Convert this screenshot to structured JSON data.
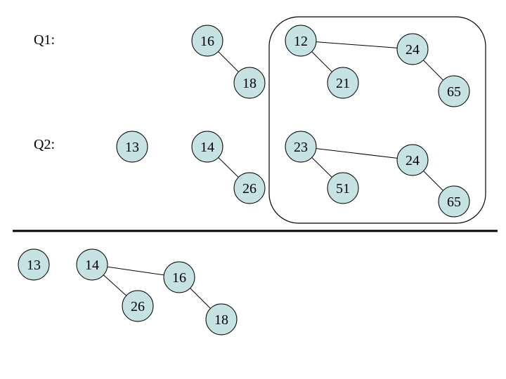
{
  "colors": {
    "node_fill": "#c6e2e2",
    "stroke": "#000000",
    "background": "#ffffff"
  },
  "labels": {
    "q1": "Q1:",
    "q2": "Q2:"
  },
  "nodes": [
    {
      "id": "q1-16",
      "text": "16"
    },
    {
      "id": "q1-18",
      "text": "18"
    },
    {
      "id": "q1-12",
      "text": "12"
    },
    {
      "id": "q1-21",
      "text": "21"
    },
    {
      "id": "q1-24",
      "text": "24"
    },
    {
      "id": "q1-65",
      "text": "65"
    },
    {
      "id": "q2-13",
      "text": "13"
    },
    {
      "id": "q2-14",
      "text": "14"
    },
    {
      "id": "q2-26",
      "text": "26"
    },
    {
      "id": "q2-23",
      "text": "23"
    },
    {
      "id": "q2-51",
      "text": "51"
    },
    {
      "id": "q2-24",
      "text": "24"
    },
    {
      "id": "q2-65",
      "text": "65"
    },
    {
      "id": "r-13",
      "text": "13"
    },
    {
      "id": "r-14",
      "text": "14"
    },
    {
      "id": "r-26",
      "text": "26"
    },
    {
      "id": "r-16",
      "text": "16"
    },
    {
      "id": "r-18",
      "text": "18"
    }
  ],
  "edges": [
    [
      "q1-16",
      "q1-18"
    ],
    [
      "q1-12",
      "q1-21"
    ],
    [
      "q1-12",
      "q1-24"
    ],
    [
      "q1-24",
      "q1-65"
    ],
    [
      "q2-14",
      "q2-26"
    ],
    [
      "q2-23",
      "q2-51"
    ],
    [
      "q2-23",
      "q2-24"
    ],
    [
      "q2-24",
      "q2-65"
    ],
    [
      "r-14",
      "r-26"
    ],
    [
      "r-14",
      "r-16"
    ],
    [
      "r-16",
      "r-18"
    ]
  ]
}
